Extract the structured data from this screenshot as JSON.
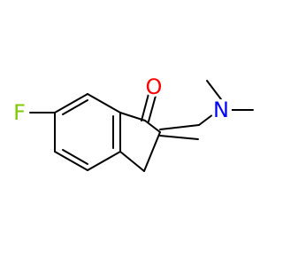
{
  "structure": {
    "atoms": {
      "fluorine": {
        "symbol": "F",
        "color": "#7fc900"
      },
      "oxygen": {
        "symbol": "O",
        "color": "#ff0000"
      },
      "nitrogen": {
        "symbol": "N",
        "color": "#0000ff"
      }
    },
    "bond_color": "#000000"
  }
}
